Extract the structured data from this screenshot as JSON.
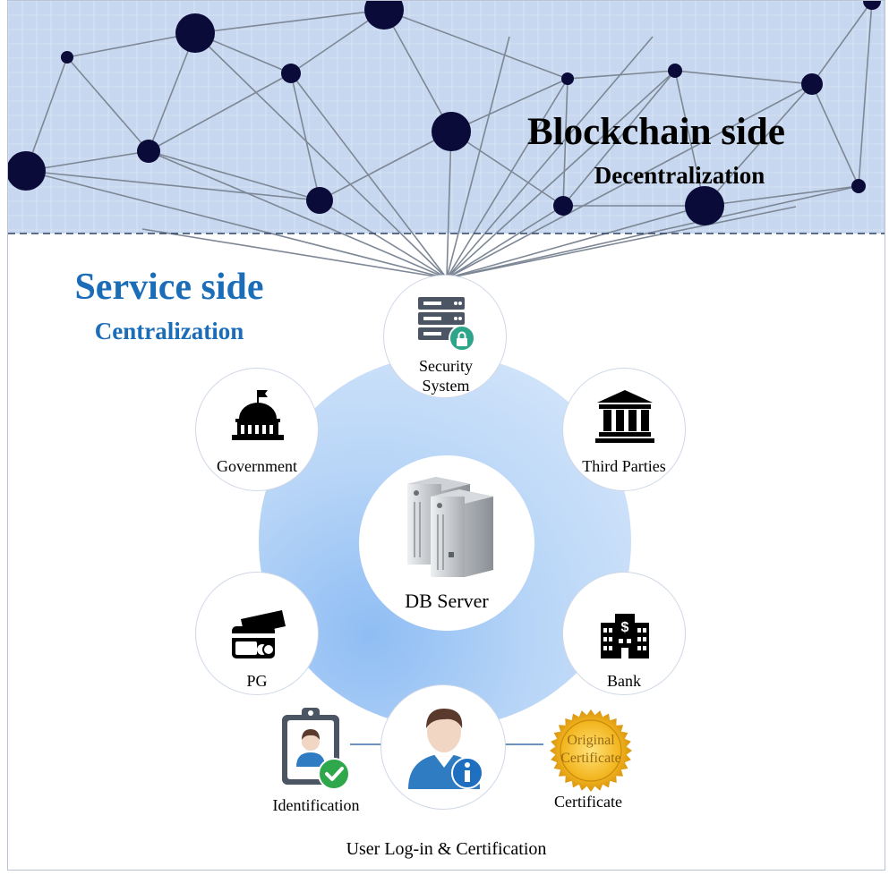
{
  "blockchain": {
    "title": "Blockchain side",
    "subtitle": "Decentralization"
  },
  "service": {
    "title": "Service side",
    "subtitle": "Centralization"
  },
  "nodes": {
    "security": "Security System",
    "government": "Government",
    "third_parties": "Third Parties",
    "pg": "PG",
    "bank": "Bank"
  },
  "center": {
    "label": "DB Server"
  },
  "user": {
    "identification": "Identification",
    "certificate": "Certificate",
    "certificate_badge": [
      "Original",
      "Certificate"
    ]
  },
  "footer": "User Log-in & Certification",
  "colors": {
    "network_band": "#c6d7ef",
    "node_dot": "#0b0b3a",
    "service_text": "#1b6db8",
    "ring_light": "#dbe9fb",
    "ring_dark": "#8fbdf4"
  },
  "icons": [
    "network-graph",
    "server-lock-icon",
    "government-building-icon",
    "bank-columns-icon",
    "credit-card-icon",
    "bank-building-icon",
    "db-server-icon",
    "user-info-icon",
    "id-badge-icon",
    "certificate-seal-icon"
  ]
}
